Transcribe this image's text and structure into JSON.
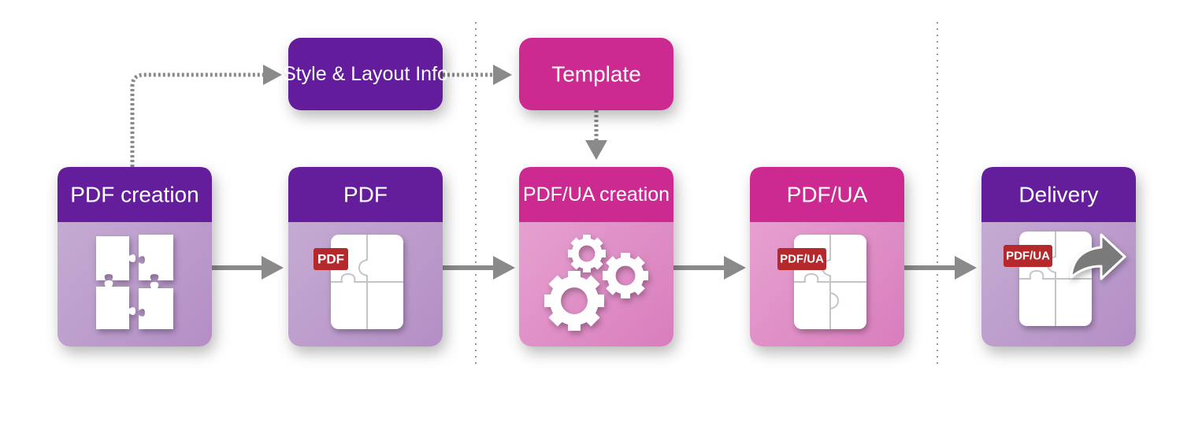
{
  "top_boxes": {
    "style_layout": {
      "label": "Style & Layout Info"
    },
    "template": {
      "label": "Template"
    }
  },
  "stages": [
    {
      "title": "PDF creation",
      "icon": "puzzle-pieces-separated-icon"
    },
    {
      "title": "PDF",
      "icon": "pdf-puzzle-document-icon",
      "badge": "PDF"
    },
    {
      "title": "PDF/UA creation",
      "icon": "gears-icon"
    },
    {
      "title": "PDF/UA",
      "icon": "pdfua-puzzle-document-icon",
      "badge": "PDF/UA"
    },
    {
      "title": "Delivery",
      "icon": "delivery-document-arrow-icon",
      "badge": "PDF/UA"
    }
  ],
  "colors": {
    "purple_header": "#641d9b",
    "purple_body": "#b996c9",
    "magenta_header": "#cc2a91",
    "magenta_body": "#dc87c3",
    "badge_red": "#b5282c",
    "arrow_gray": "#8a8a8a",
    "divider_gray": "#9a9a9a"
  }
}
